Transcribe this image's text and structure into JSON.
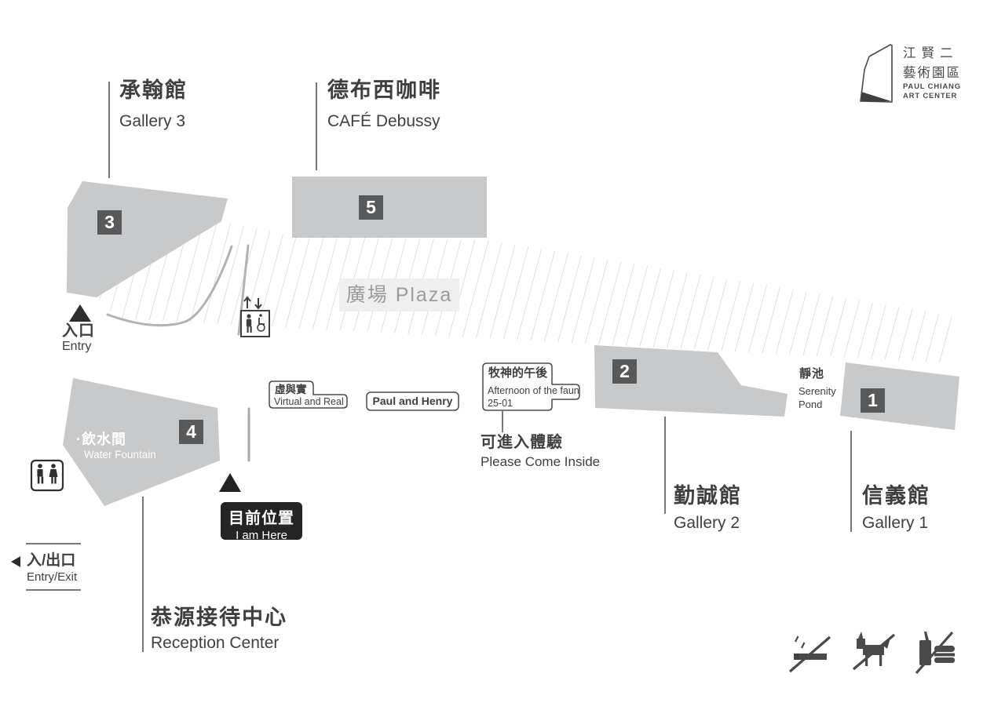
{
  "logo": {
    "line1": "江賢二",
    "line2": "藝術園區",
    "line3": "PAUL CHIANG",
    "line4": "ART CENTER"
  },
  "places": {
    "gallery3": {
      "zh": "承翰館",
      "en": "Gallery 3",
      "badge": "3"
    },
    "cafe_debussy": {
      "zh": "德布西咖啡",
      "en": "CAFÉ Debussy",
      "badge": "5"
    },
    "gallery2": {
      "zh": "勤誠館",
      "en": "Gallery 2",
      "badge": "2"
    },
    "gallery1": {
      "zh": "信義館",
      "en": "Gallery 1",
      "badge": "1"
    },
    "reception": {
      "zh": "恭源接待中心",
      "en": "Reception Center",
      "badge": "4"
    },
    "plaza": {
      "label": "廣場 Plaza"
    },
    "pond": {
      "zh": "靜池",
      "en_line1": "Serenity",
      "en_line2": "Pond"
    },
    "water_fountain": {
      "zh": "·飲水間",
      "en": "Water Fountain"
    }
  },
  "markers": {
    "entry": {
      "zh": "入口",
      "en": "Entry"
    },
    "entry_exit": {
      "zh": "入/出口",
      "en": "Entry/Exit"
    },
    "here": {
      "zh": "目前位置",
      "en": "I am Here"
    },
    "come_inside": {
      "zh": "可進入體驗",
      "en": "Please Come Inside"
    }
  },
  "exhibits": {
    "virtual_and_real": {
      "zh": "虛與實",
      "en": "Virtual and Real"
    },
    "paul_and_henry": {
      "label": "Paul and Henry"
    },
    "afternoon_of_the_faun": {
      "zh": "牧神的午後",
      "en": "Afternoon of the faun",
      "code": "25-01"
    }
  },
  "icons": {
    "elevator": "accessible-elevator-icon",
    "restroom": "restroom-icon",
    "no_smoking": "no-smoking-icon",
    "no_pets": "no-pets-icon",
    "no_food": "no-food-drink-icon"
  },
  "colors": {
    "building": "#c8c9ca",
    "badge": "#58595b",
    "text": "#3f3f40",
    "plaza_text": "#9b9b9c",
    "plaza_bg": "#efefee",
    "hatch": "#cacaca",
    "path": "#b2b3b5",
    "marker_black": "#242424"
  }
}
